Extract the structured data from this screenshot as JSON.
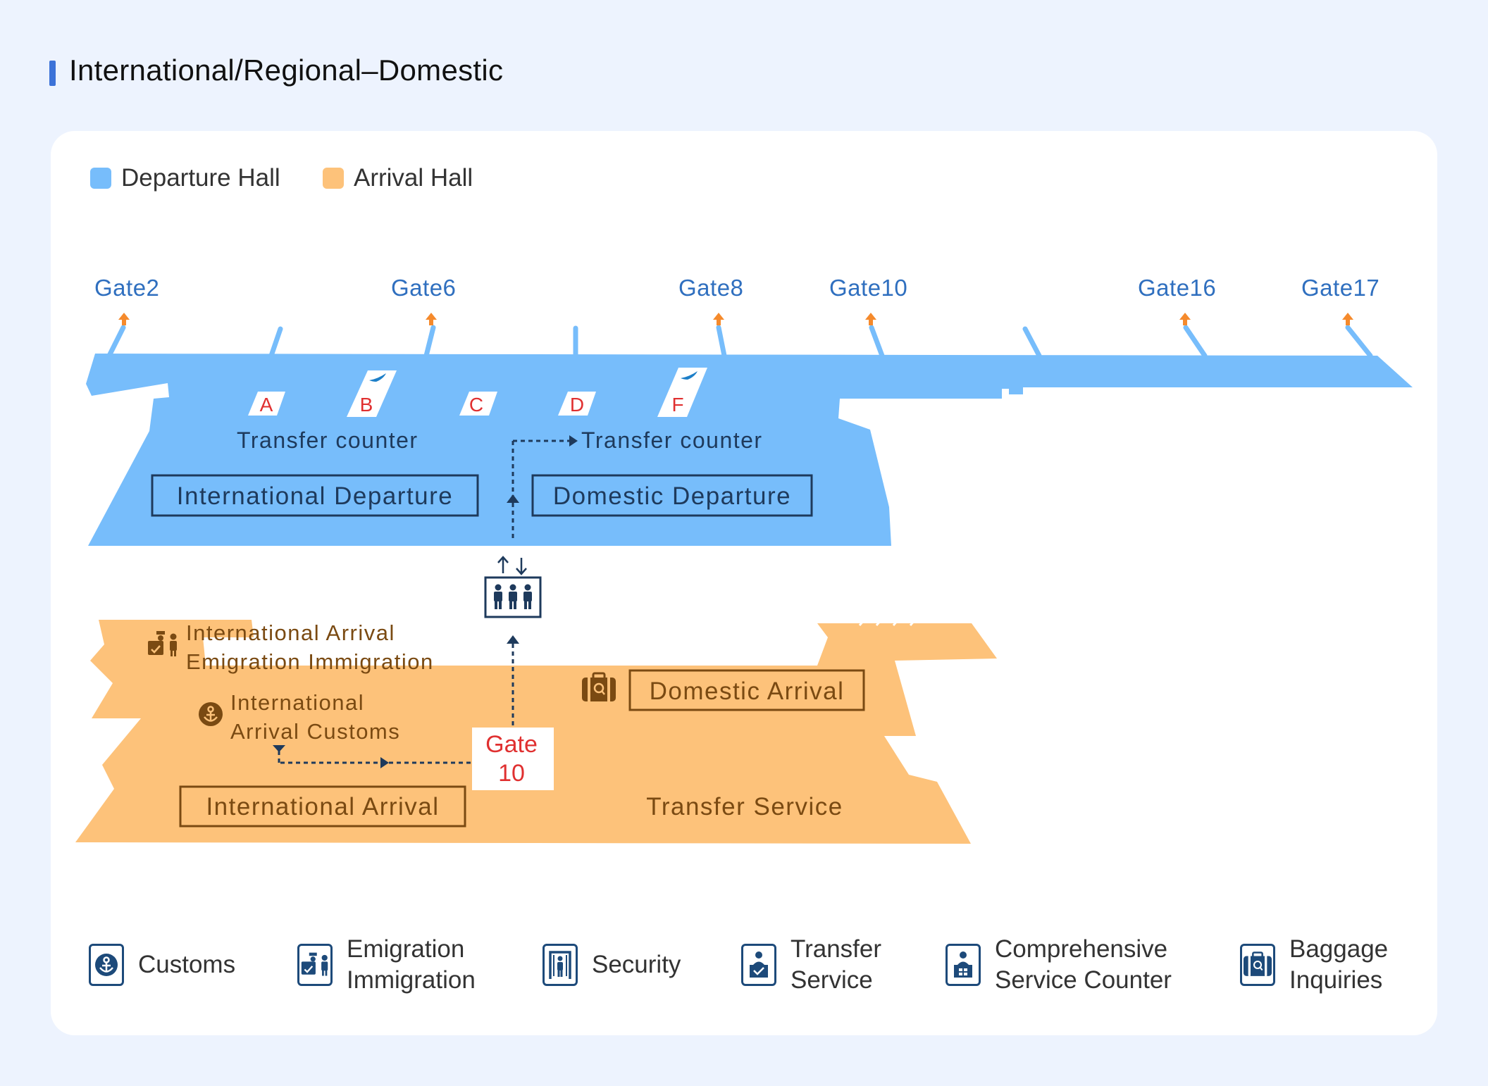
{
  "title": "International/Regional–Domestic",
  "legend": {
    "departure": {
      "label": "Departure Hall",
      "color": "#77bdfb"
    },
    "arrival": {
      "label": "Arrival Hall",
      "color": "#fdc27a"
    }
  },
  "gates": [
    "Gate2",
    "Gate6",
    "Gate8",
    "Gate10",
    "Gate16",
    "Gate17"
  ],
  "counters": [
    "A",
    "B",
    "C",
    "D",
    "F"
  ],
  "departure_hall": {
    "transfer_counter_left": "Transfer counter",
    "transfer_counter_right": "Transfer counter",
    "international_departure": "International Departure",
    "domestic_departure": "Domestic Departure"
  },
  "arrival_hall": {
    "intl_arrival_emigration_line1": "International Arrival",
    "intl_arrival_emigration_line2": "Emigration Immigration",
    "intl_arrival_customs_line1": "International",
    "intl_arrival_customs_line2": "Arrival Customs",
    "gate10_line1": "Gate",
    "gate10_line2": "10",
    "domestic_arrival": "Domestic Arrival",
    "international_arrival": "International Arrival",
    "transfer_service": "Transfer Service"
  },
  "icon_legend": [
    {
      "icon": "customs-icon",
      "lines": [
        "Customs"
      ]
    },
    {
      "icon": "emigration-immigration-icon",
      "lines": [
        "Emigration",
        "Immigration"
      ]
    },
    {
      "icon": "security-icon",
      "lines": [
        "Security"
      ]
    },
    {
      "icon": "transfer-service-icon",
      "lines": [
        "Transfer",
        "Service"
      ]
    },
    {
      "icon": "service-counter-icon",
      "lines": [
        "Comprehensive",
        "Service Counter"
      ]
    },
    {
      "icon": "baggage-inquiries-icon",
      "lines": [
        "Baggage",
        "Inquiries"
      ]
    }
  ],
  "colors": {
    "accent": "#3c72d8",
    "gate_text": "#2f6fbf",
    "departure_text": "#1e3a5c",
    "arrival_text": "#7a4a12",
    "counter_red": "#e03030",
    "arrow_orange": "#f58a2c",
    "icon_navy": "#1d4a7a"
  }
}
